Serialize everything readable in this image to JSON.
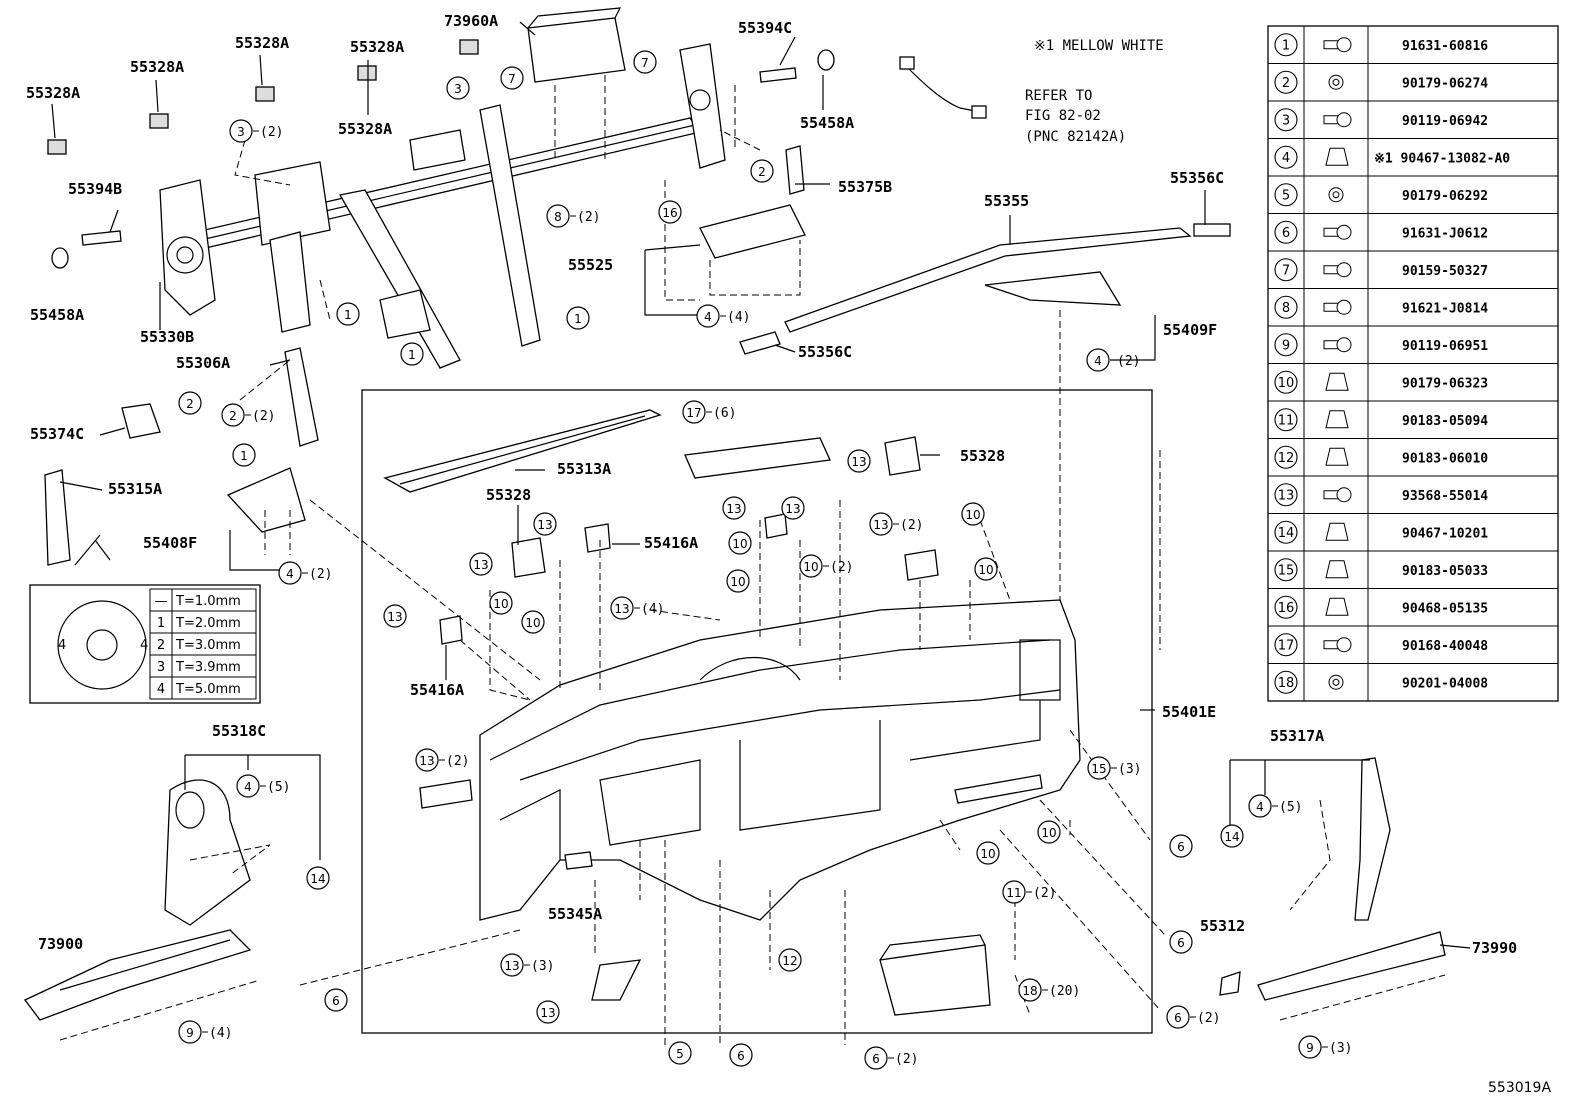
{
  "diagram": {
    "id_code": "553019A",
    "note_color": "※1  MELLOW WHITE",
    "refer": {
      "line1": "REFER TO",
      "line2": "FIG 82-02",
      "line3": "(PNC 82142A)"
    },
    "part_labels": [
      "55328A",
      "55328A",
      "55328A",
      "55328A",
      "55328A",
      "73960A",
      "55394C",
      "55458A",
      "55394B",
      "55458A",
      "55330B",
      "55306A",
      "55374C",
      "55315A",
      "55408F",
      "55375B",
      "55525",
      "55355",
      "55356C",
      "55356C",
      "55409F",
      "55313A",
      "55328",
      "55328",
      "55416A",
      "55416A",
      "55401E",
      "55318C",
      "55317A",
      "73900",
      "73990",
      "55312",
      "55345A"
    ],
    "thickness_table": [
      {
        "mark": "—",
        "value": "T=1.0mm"
      },
      {
        "mark": "1",
        "value": "T=2.0mm"
      },
      {
        "mark": "2",
        "value": "T=3.0mm"
      },
      {
        "mark": "3",
        "value": "T=3.9mm"
      },
      {
        "mark": "4",
        "value": "T=5.0mm"
      }
    ],
    "fastener_table": [
      {
        "no": "1",
        "part": "91631-60816"
      },
      {
        "no": "2",
        "part": "90179-06274"
      },
      {
        "no": "3",
        "part": "90119-06942"
      },
      {
        "no": "4",
        "part": "※1 90467-13082-A0"
      },
      {
        "no": "5",
        "part": "90179-06292"
      },
      {
        "no": "6",
        "part": "91631-J0612"
      },
      {
        "no": "7",
        "part": "90159-50327"
      },
      {
        "no": "8",
        "part": "91621-J0814"
      },
      {
        "no": "9",
        "part": "90119-06951"
      },
      {
        "no": "10",
        "part": "90179-06323"
      },
      {
        "no": "11",
        "part": "90183-05094"
      },
      {
        "no": "12",
        "part": "90183-06010"
      },
      {
        "no": "13",
        "part": "93568-55014"
      },
      {
        "no": "14",
        "part": "90467-10201"
      },
      {
        "no": "15",
        "part": "90183-05033"
      },
      {
        "no": "16",
        "part": "90468-05135"
      },
      {
        "no": "17",
        "part": "90168-40048"
      },
      {
        "no": "18",
        "part": "90201-04008"
      }
    ],
    "callouts": {
      "q2": "(2)",
      "q3": "(3)",
      "q4": "(4)",
      "q5": "(5)",
      "q6": "(6)",
      "q20": "(20)"
    }
  }
}
